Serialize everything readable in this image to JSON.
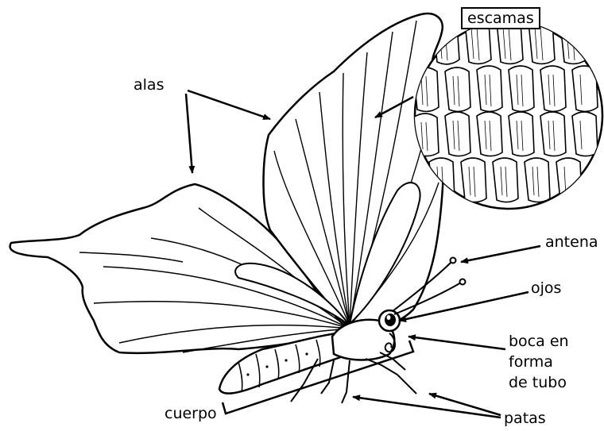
{
  "labels": {
    "alas": "alas",
    "escamas": "escamas",
    "antena": "antena",
    "ojos": "ojos",
    "boca_line1": "boca en",
    "boca_line2": "forma",
    "boca_line3": "de tubo",
    "cuerpo": "cuerpo",
    "patas": "patas"
  },
  "colors": {
    "ink": "#000000",
    "paper": "#ffffff"
  }
}
